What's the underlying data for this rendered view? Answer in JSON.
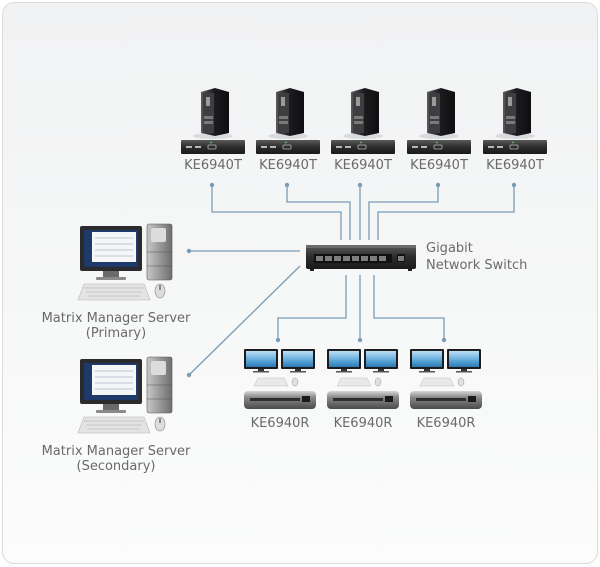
{
  "diagram": {
    "title": "",
    "transmitters": [
      {
        "label": "KE6940T",
        "icon": "desktop-tower-icon"
      },
      {
        "label": "KE6940T",
        "icon": "desktop-tower-icon"
      },
      {
        "label": "KE6940T",
        "icon": "desktop-tower-icon"
      },
      {
        "label": "KE6940T",
        "icon": "desktop-tower-icon"
      },
      {
        "label": "KE6940T",
        "icon": "desktop-tower-icon"
      }
    ],
    "switch": {
      "line1": "Gigabit",
      "line2": "Network Switch",
      "icon": "network-switch-icon"
    },
    "servers": [
      {
        "line1": "Matrix Manager Server",
        "line2": "(Primary)",
        "icon": "workstation-icon"
      },
      {
        "line1": "Matrix Manager Server",
        "line2": "(Secondary)",
        "icon": "workstation-icon"
      }
    ],
    "receivers": [
      {
        "label": "KE6940R",
        "icon": "dual-monitor-console-icon"
      },
      {
        "label": "KE6940R",
        "icon": "dual-monitor-console-icon"
      },
      {
        "label": "KE6940R",
        "icon": "dual-monitor-console-icon"
      }
    ],
    "colors": {
      "connector": "#7a9db6",
      "text": "#6a6a6a",
      "device_dark": "#2c2c2e"
    }
  }
}
